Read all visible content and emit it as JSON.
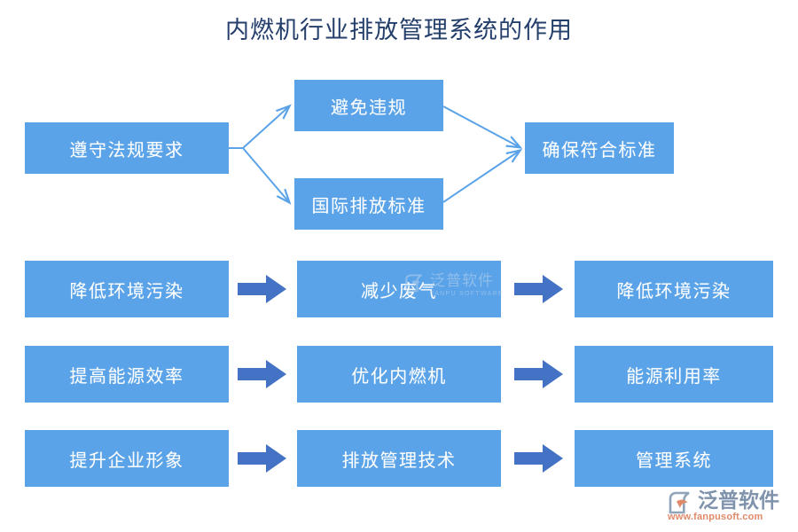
{
  "page": {
    "title": "内燃机行业排放管理系统的作用",
    "background": "#FFFFFF"
  },
  "colors": {
    "title_text": "#243F6B",
    "node_fill": "#5BA3E8",
    "node_text": "#FFFFFF",
    "connector_line": "#5BA3E8",
    "block_arrow": "#4472C4",
    "logo_blue_gray": "#7F93AD",
    "logo_orange": "#E08A6A",
    "watermark": "#B9D4EF"
  },
  "chart_data": {
    "type": "diagram",
    "title": "内燃机行业排放管理系统的作用",
    "clusters": [
      {
        "id": "regulation-cluster",
        "layout": "diverge-converge",
        "source": "遵守法规要求",
        "middle": [
          "避免违规",
          "国际排放标准"
        ],
        "target": "确保符合标准",
        "edges": [
          {
            "from": "遵守法规要求",
            "to": "避免违规",
            "style": "thin-arrow"
          },
          {
            "from": "遵守法规要求",
            "to": "国际排放标准",
            "style": "thin-arrow"
          },
          {
            "from": "避免违规",
            "to": "确保符合标准",
            "style": "thin-arrow"
          },
          {
            "from": "国际排放标准",
            "to": "确保符合标准",
            "style": "thin-arrow"
          }
        ]
      },
      {
        "id": "process-rows",
        "layout": "linear-rows",
        "arrow_style": "block-arrow",
        "rows": [
          {
            "steps": [
              "降低环境污染",
              "减少废气",
              "降低环境污染"
            ]
          },
          {
            "steps": [
              "提高能源效率",
              "优化内燃机",
              "能源利用率"
            ]
          },
          {
            "steps": [
              "提升企业形象",
              "排放管理技术",
              "管理系统"
            ]
          }
        ]
      }
    ]
  },
  "nodes": {
    "comply": "遵守法规要求",
    "avoid": "避免违规",
    "intl_standard": "国际排放标准",
    "ensure": "确保符合标准"
  },
  "rows": [
    {
      "left": "降低环境污染",
      "middle": "减少废气",
      "right": "降低环境污染"
    },
    {
      "left": "提高能源效率",
      "middle": "优化内燃机",
      "right": "能源利用率"
    },
    {
      "left": "提升企业形象",
      "middle": "排放管理技术",
      "right": "管理系统"
    }
  ],
  "watermark": {
    "cn": "泛普软件",
    "en": "FANPU SOFTWARE"
  },
  "brand": {
    "cn": "泛普软件",
    "url": "www.fanpusoft.com"
  }
}
